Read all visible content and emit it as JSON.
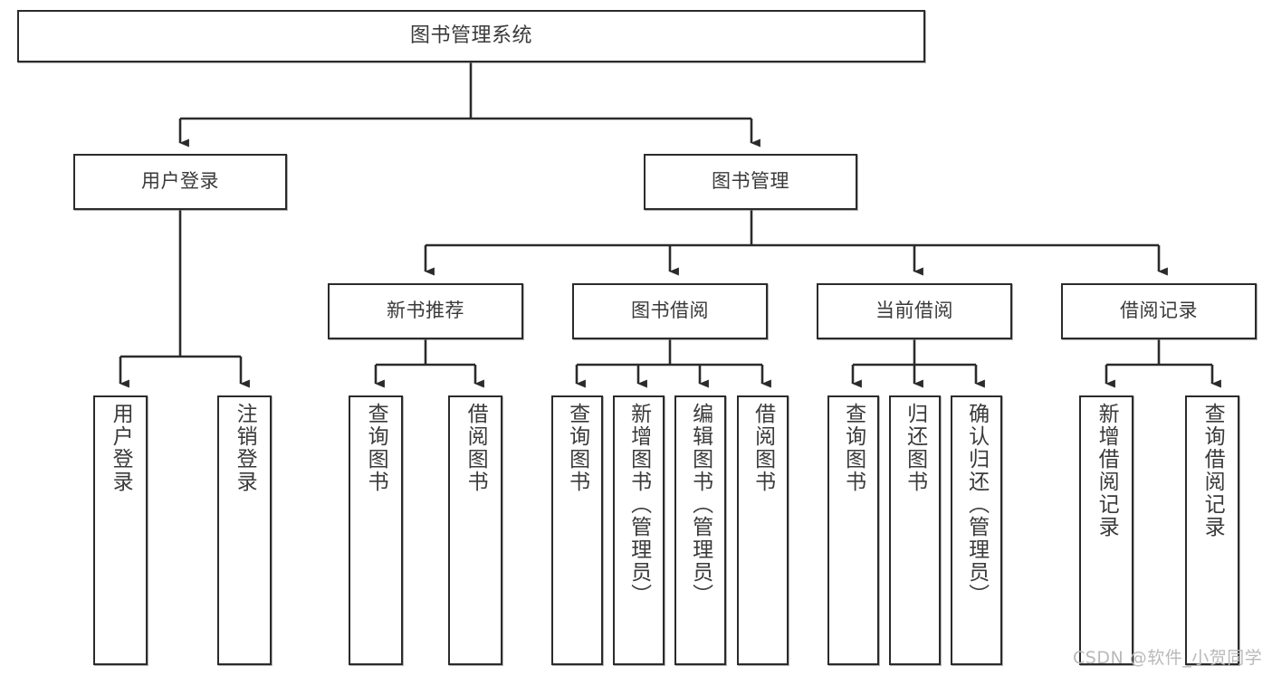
{
  "diagram": {
    "title": "图书管理系统",
    "type": "tree-hierarchy-chart",
    "line_color": "#2b2b2b",
    "box_fill": "#ffffff",
    "text_color": "#3a3a3a",
    "background": "#ffffff"
  },
  "nodes": {
    "root": {
      "label": "图书管理系统"
    },
    "level2": [
      {
        "label": "用户登录"
      },
      {
        "label": "图书管理"
      }
    ],
    "level3": [
      {
        "label": "新书推荐"
      },
      {
        "label": "图书借阅"
      },
      {
        "label": "当前借阅"
      },
      {
        "label": "借阅记录"
      }
    ],
    "leaves": {
      "user_login": [
        {
          "label": "用户登录"
        },
        {
          "label": "注销登录"
        }
      ],
      "new_book_recommend": [
        {
          "label": "查询图书"
        },
        {
          "label": "借阅图书"
        }
      ],
      "book_borrow": [
        {
          "label": "查询图书"
        },
        {
          "label": "新增图书（管理员）"
        },
        {
          "label": "编辑图书（管理员）"
        },
        {
          "label": "借阅图书"
        }
      ],
      "current_borrow": [
        {
          "label": "查询图书"
        },
        {
          "label": "归还图书"
        },
        {
          "label": "确认归还（管理员）"
        }
      ],
      "borrow_record": [
        {
          "label": "新增借阅记录"
        },
        {
          "label": "查询借阅记录"
        }
      ]
    }
  },
  "watermark": {
    "text": "CSDN @软件_小贺同学",
    "color": "#b9b9b9"
  }
}
